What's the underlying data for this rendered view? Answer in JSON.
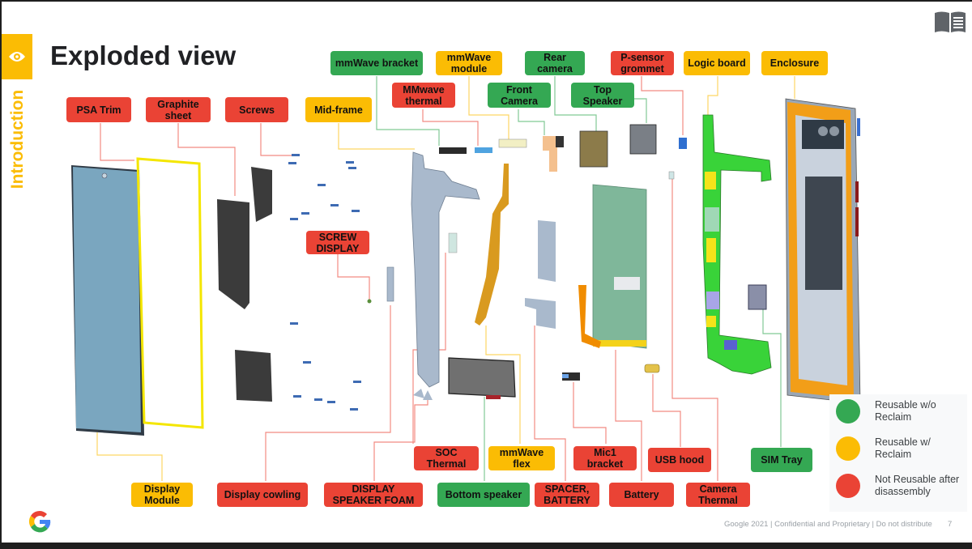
{
  "header": {
    "title": "Exploded view",
    "section": "Introduction",
    "section_icon": "eye-icon",
    "corner_icon": "book-icon"
  },
  "colors": {
    "red": "#ea4335",
    "yellow": "#fbbc04",
    "green": "#34a853",
    "accent": "#fbbc04"
  },
  "labels": {
    "psa_trim": "PSA Trim",
    "graphite_sheet": "Graphite sheet",
    "screws": "Screws",
    "mid_frame": "Mid-frame",
    "mmwave_bracket": "mmWave bracket",
    "mmwave_thermal": "MMwave thermal",
    "mmwave_module": "mmWave module",
    "front_camera": "Front Camera",
    "rear_camera": "Rear camera",
    "top_speaker": "Top Speaker",
    "p_sensor_grommet": "P-sensor grommet",
    "logic_board": "Logic board",
    "enclosure": "Enclosure",
    "screw_display": "SCREW DISPLAY",
    "soc_thermal": "SOC Thermal",
    "mmwave_flex": "mmWave flex",
    "mic1_bracket": "Mic1 bracket",
    "usb_hood": "USB hood",
    "sim_tray": "SIM Tray",
    "display_module": "Display Module",
    "display_cowling": "Display cowling",
    "display_speaker_foam": "DISPLAY SPEAKER FOAM",
    "bottom_speaker": "Bottom speaker",
    "spacer_battery": "SPACER, BATTERY",
    "battery": "Battery",
    "camera_thermal": "Camera Thermal"
  },
  "legend": [
    {
      "label": "Reusable w/o Reclaim",
      "color": "#34a853"
    },
    {
      "label": "Reusable w/ Reclaim",
      "color": "#fbbc04"
    },
    {
      "label": "Not Reusable after disassembly",
      "color": "#ea4335"
    }
  ],
  "footer": {
    "text": "Google 2021 | Confidential and Proprietary | Do not distribute",
    "page": "7"
  }
}
